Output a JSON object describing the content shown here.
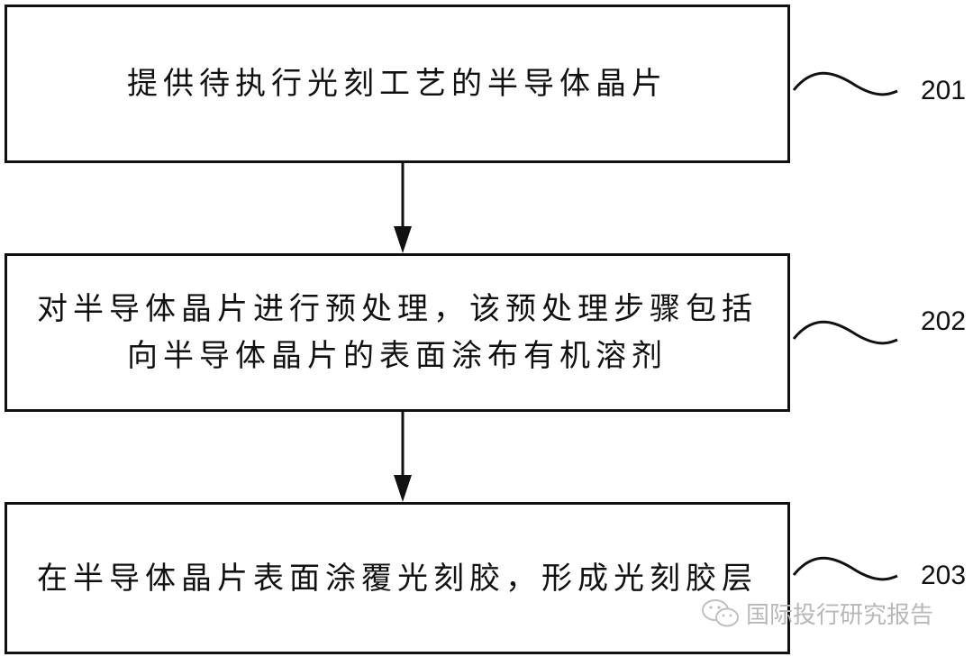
{
  "diagram": {
    "type": "flowchart",
    "steps": [
      {
        "ref": "201",
        "lines": [
          "提供待执行光刻工艺的半导体晶片"
        ]
      },
      {
        "ref": "202",
        "lines": [
          "对半导体晶片进行预处理，该预处理步骤包括",
          "向半导体晶片的表面涂布有机溶剂"
        ]
      },
      {
        "ref": "203",
        "lines": [
          "在半导体晶片表面涂覆光刻胶，形成光刻胶层"
        ]
      }
    ],
    "edges": [
      {
        "from": "201",
        "to": "202"
      },
      {
        "from": "202",
        "to": "203"
      }
    ]
  },
  "watermark": {
    "icon": "wechat-icon",
    "text": "国际投行研究报告"
  }
}
